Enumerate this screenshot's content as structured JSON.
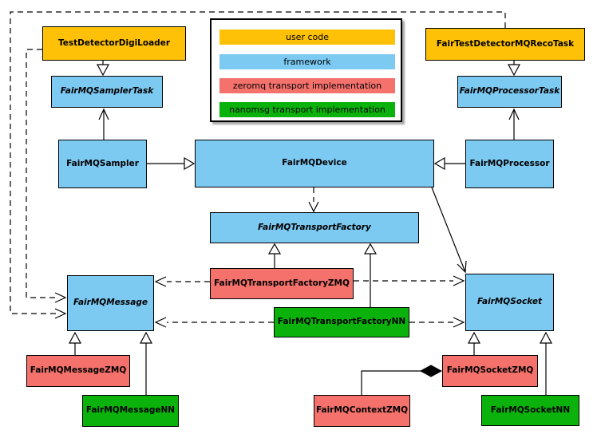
{
  "colors": {
    "user_code": "#FFC107",
    "framework": "#7CC9F2",
    "zeromq": "#F4716C",
    "nanomsg": "#0BB20B",
    "border": "#000000",
    "background": "#FFFFFF"
  },
  "legend": {
    "items": [
      {
        "label": "user code",
        "color": "#FFC107"
      },
      {
        "label": "framework",
        "color": "#7CC9F2"
      },
      {
        "label": "zeromq transport implementation",
        "color": "#F4716C"
      },
      {
        "label": "nanomsg transport implementation",
        "color": "#0BB20B"
      }
    ]
  },
  "classes": {
    "testDetectorDigiLoader": {
      "label": "TestDetectorDigiLoader",
      "layer": "user_code",
      "abstract": false
    },
    "fairTestDetectorMQRecoTask": {
      "label": "FairTestDetectorMQRecoTask",
      "layer": "user_code",
      "abstract": false
    },
    "fairMQSamplerTask": {
      "label": "FairMQSamplerTask",
      "layer": "framework",
      "abstract": true
    },
    "fairMQProcessorTask": {
      "label": "FairMQProcessorTask",
      "layer": "framework",
      "abstract": true
    },
    "fairMQSampler": {
      "label": "FairMQSampler",
      "layer": "framework",
      "abstract": false
    },
    "fairMQDevice": {
      "label": "FairMQDevice",
      "layer": "framework",
      "abstract": false
    },
    "fairMQProcessor": {
      "label": "FairMQProcessor",
      "layer": "framework",
      "abstract": false
    },
    "fairMQTransportFactory": {
      "label": "FairMQTransportFactory",
      "layer": "framework",
      "abstract": true
    },
    "fairMQTransportFactoryZMQ": {
      "label": "FairMQTransportFactoryZMQ",
      "layer": "zeromq",
      "abstract": false
    },
    "fairMQTransportFactoryNN": {
      "label": "FairMQTransportFactoryNN",
      "layer": "nanomsg",
      "abstract": false
    },
    "fairMQMessage": {
      "label": "FairMQMessage",
      "layer": "framework",
      "abstract": true
    },
    "fairMQMessageZMQ": {
      "label": "FairMQMessageZMQ",
      "layer": "zeromq",
      "abstract": false
    },
    "fairMQMessageNN": {
      "label": "FairMQMessageNN",
      "layer": "nanomsg",
      "abstract": false
    },
    "fairMQSocket": {
      "label": "FairMQSocket",
      "layer": "framework",
      "abstract": true
    },
    "fairMQSocketZMQ": {
      "label": "FairMQSocketZMQ",
      "layer": "zeromq",
      "abstract": false
    },
    "fairMQSocketNN": {
      "label": "FairMQSocketNN",
      "layer": "nanomsg",
      "abstract": false
    },
    "fairMQContextZMQ": {
      "label": "FairMQContextZMQ",
      "layer": "zeromq",
      "abstract": false
    }
  },
  "relationships": [
    {
      "from": "TestDetectorDigiLoader",
      "to": "FairMQSamplerTask",
      "type": "inheritance"
    },
    {
      "from": "FairTestDetectorMQRecoTask",
      "to": "FairMQProcessorTask",
      "type": "inheritance"
    },
    {
      "from": "FairMQSampler",
      "to": "FairMQDevice",
      "type": "inheritance"
    },
    {
      "from": "FairMQProcessor",
      "to": "FairMQDevice",
      "type": "inheritance"
    },
    {
      "from": "FairMQTransportFactoryZMQ",
      "to": "FairMQTransportFactory",
      "type": "inheritance"
    },
    {
      "from": "FairMQTransportFactoryNN",
      "to": "FairMQTransportFactory",
      "type": "inheritance"
    },
    {
      "from": "FairMQMessageZMQ",
      "to": "FairMQMessage",
      "type": "inheritance"
    },
    {
      "from": "FairMQMessageNN",
      "to": "FairMQMessage",
      "type": "inheritance"
    },
    {
      "from": "FairMQSocketZMQ",
      "to": "FairMQSocket",
      "type": "inheritance"
    },
    {
      "from": "FairMQSocketNN",
      "to": "FairMQSocket",
      "type": "inheritance"
    },
    {
      "from": "FairMQSampler",
      "to": "FairMQSamplerTask",
      "type": "association"
    },
    {
      "from": "FairMQProcessor",
      "to": "FairMQProcessorTask",
      "type": "association"
    },
    {
      "from": "FairMQDevice",
      "to": "FairMQSocket",
      "type": "association"
    },
    {
      "from": "FairMQDevice",
      "to": "FairMQTransportFactory",
      "type": "dependency"
    },
    {
      "from": "FairMQTransportFactoryZMQ",
      "to": "FairMQMessage",
      "type": "dependency"
    },
    {
      "from": "FairMQTransportFactoryZMQ",
      "to": "FairMQSocket",
      "type": "dependency"
    },
    {
      "from": "FairMQTransportFactoryNN",
      "to": "FairMQMessage",
      "type": "dependency"
    },
    {
      "from": "FairMQTransportFactoryNN",
      "to": "FairMQSocket",
      "type": "dependency"
    },
    {
      "from": "TestDetectorDigiLoader",
      "to": "FairMQMessage",
      "type": "dependency"
    },
    {
      "from": "FairTestDetectorMQRecoTask",
      "to": "FairMQMessage",
      "type": "dependency"
    },
    {
      "from": "FairMQSocketZMQ",
      "to": "FairMQContextZMQ",
      "type": "composition"
    }
  ]
}
